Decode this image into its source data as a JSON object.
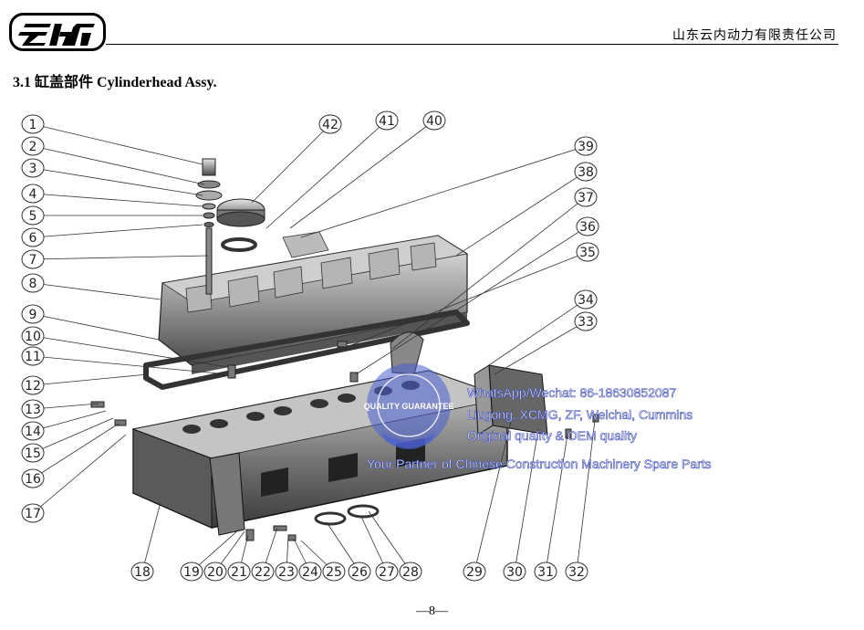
{
  "header": {
    "company": "山东云内动力有限责任公司",
    "logo_text": "云内"
  },
  "section": {
    "number": "3.1",
    "title_zh": "缸盖部件",
    "title_en": "Cylinderhead Assy."
  },
  "callouts": [
    "1",
    "2",
    "3",
    "4",
    "5",
    "6",
    "7",
    "8",
    "9",
    "10",
    "11",
    "12",
    "13",
    "14",
    "15",
    "16",
    "17",
    "18",
    "19",
    "20",
    "21",
    "22",
    "23",
    "24",
    "25",
    "26",
    "27",
    "28",
    "29",
    "30",
    "31",
    "32",
    "33",
    "34",
    "35",
    "36",
    "37",
    "38",
    "39",
    "40",
    "41",
    "42"
  ],
  "watermark": {
    "line1": "WhatsApp/Wechat: 86-18630852087",
    "line2": "Liugong, XCMG, ZF, Weichai, Cummins",
    "line3": "Original quality & OEM quality",
    "line4": "Your Partner of Chinese Construction Machinery Spare Parts",
    "seal_text": "QUALITY GUARANTEE",
    "colors": {
      "fill": "#4a5fd0",
      "outline": "#3a4bb8"
    }
  },
  "footer": {
    "page": "—8—"
  }
}
